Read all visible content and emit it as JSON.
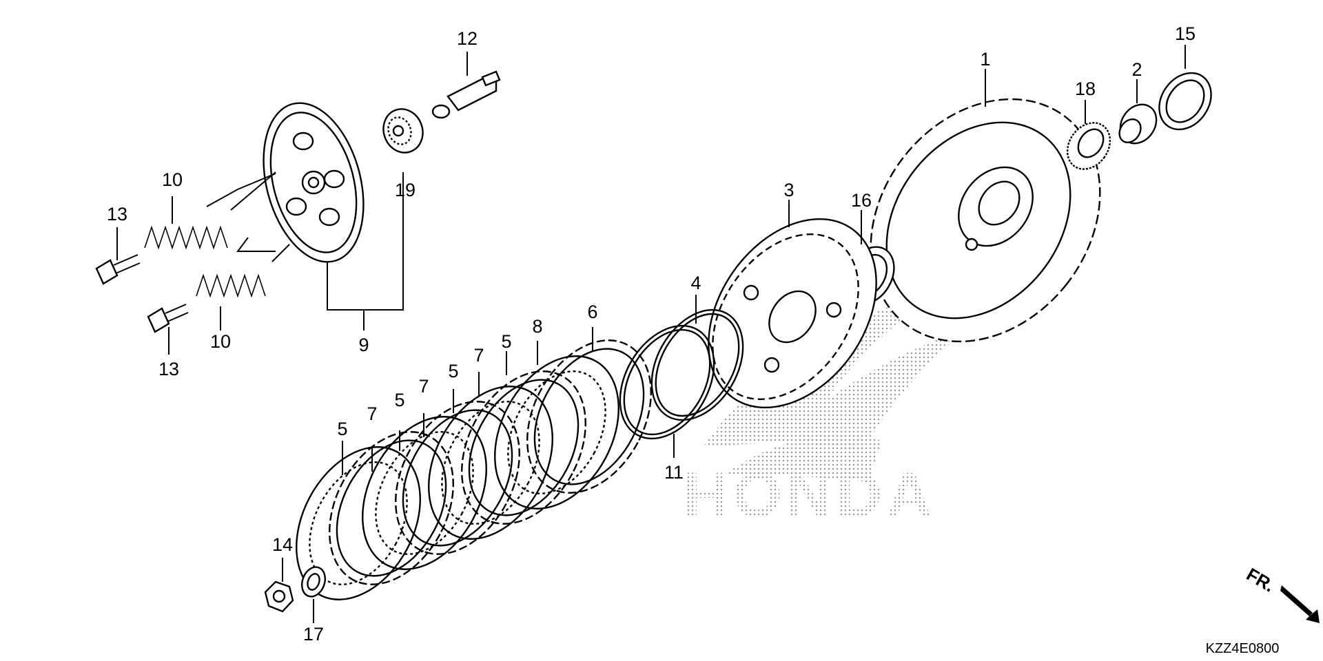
{
  "diagram_code": "KZZ4E0800",
  "front_marker": "FR.",
  "watermark_text": "HONDA",
  "watermark_color": "#9a9a9a",
  "callouts": {
    "c1": "1",
    "c2": "2",
    "c3": "3",
    "c4": "4",
    "c5a": "5",
    "c5b": "5",
    "c5c": "5",
    "c5d": "5",
    "c6": "6",
    "c7a": "7",
    "c7b": "7",
    "c7c": "7",
    "c8": "8",
    "c9": "9",
    "c10a": "10",
    "c10b": "10",
    "c11": "11",
    "c12": "12",
    "c13a": "13",
    "c13b": "13",
    "c14": "14",
    "c15": "15",
    "c16": "16",
    "c17": "17",
    "c18": "18",
    "c19": "19"
  }
}
